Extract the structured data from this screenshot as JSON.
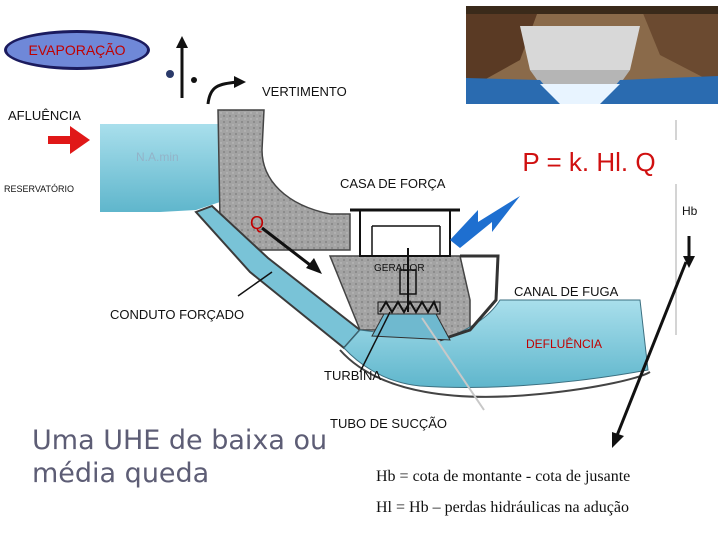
{
  "labels": {
    "evaporacao": "EVAPORAÇÃO",
    "vertimento": "VERTIMENTO",
    "afluencia": "AFLUÊNCIA",
    "reservatorio": "RESERVATÓRIO",
    "na_min": "N.A.min",
    "casa_de_forca": "CASA DE FORÇA",
    "q": "Q",
    "hb": "Hb",
    "gerador": "GERADOR",
    "canal_de_fuga": "CANAL DE FUGA",
    "conduto_forcado": "CONDUTO FORÇADO",
    "defluencia": "DEFLUÊNCIA",
    "turbina": "TURBINA",
    "tubo_de_succao": "TUBO DE SUCÇÃO"
  },
  "formula": "P = k. Hl. Q",
  "caption": "Uma UHE de baixa ou média queda",
  "equations": {
    "hb": "Hb = cota de montante - cota de jusante",
    "hl": "Hl = Hb – perdas hidráulicas na adução"
  },
  "colors": {
    "water": "#7ec9dc",
    "water_dark": "#4aa7c0",
    "concrete": "#9a9a9a",
    "arrow_red": "#e01818",
    "label_red": "#c00000",
    "lightning": "#1e6fd0",
    "evaporation_fill": "#6f88d8"
  },
  "icons": [
    "dam-photo",
    "lightning-icon",
    "red-arrow-icon",
    "generator-icon",
    "turbine-icon"
  ]
}
